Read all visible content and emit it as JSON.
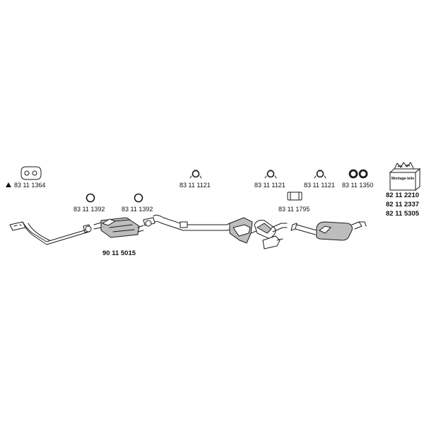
{
  "parts": {
    "gasket_front": "83 11 1364",
    "ring_1": "83 11 1392",
    "ring_2": "83 11 1392",
    "catalyst": "90 11 5015",
    "clamp_1": "83 11 1121",
    "clamp_2": "83 11 1121",
    "clamp_3": "83 11 1121",
    "rings_pair": "83 11 1350",
    "sleeve": "83 11 1795",
    "kit_1": "82 11 2210",
    "kit_2": "82 11 2337",
    "kit_3": "82 11 5305"
  },
  "kit_box_text": "Montage-teile"
}
